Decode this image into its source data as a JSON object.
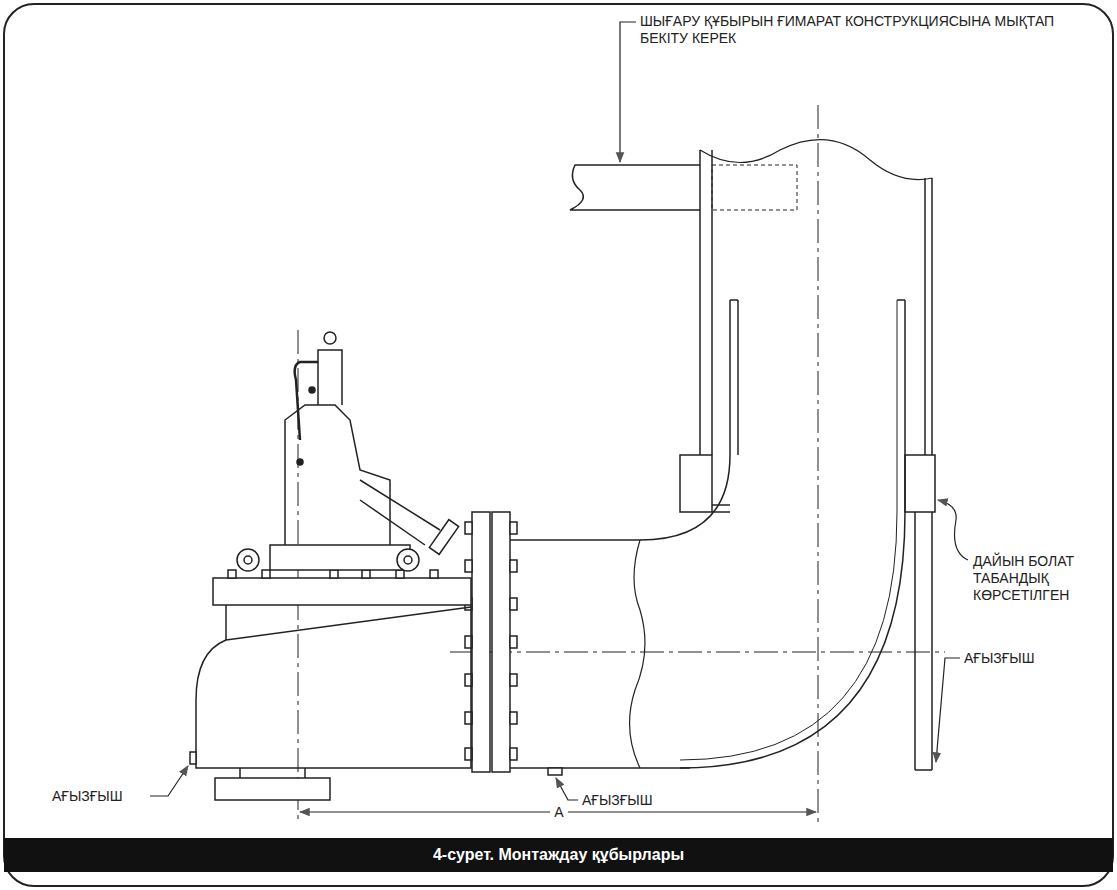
{
  "diagram": {
    "caption": "4-сурет. Монтаждау құбырлары",
    "labels": [
      "ШЫҒАРУ ҚҰБЫРЫН ҒИМАРАТ КОНСТРУКЦИЯСЫНА МЫҚТАП БЕКІТУ КЕРЕК",
      "ДАЙЫН БОЛАТ ТАБАНДЫҚ КӨРСЕТІЛГЕН",
      "АҒЫЗҒЫШ",
      "АҒЫЗҒЫШ",
      "АҒЫЗҒЫШ",
      "A"
    ]
  }
}
